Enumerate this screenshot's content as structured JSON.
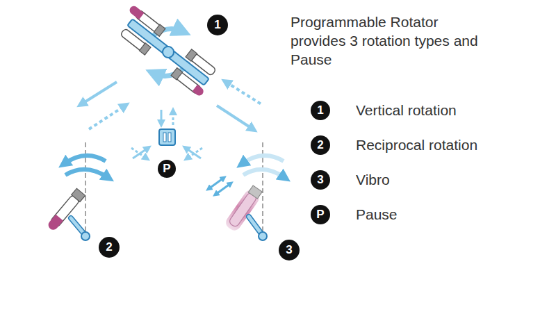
{
  "diagram": {
    "title": "Programmable Rotator provides 3 rotation types and Pause",
    "labels": [
      "1",
      "2",
      "3",
      "P",
      "1",
      "2",
      "3",
      "P"
    ],
    "legend": [
      {
        "text": "Vertical rotation"
      },
      {
        "text": "Reciprocal rotation"
      },
      {
        "text": "Vibro"
      },
      {
        "text": "Pause"
      }
    ]
  }
}
